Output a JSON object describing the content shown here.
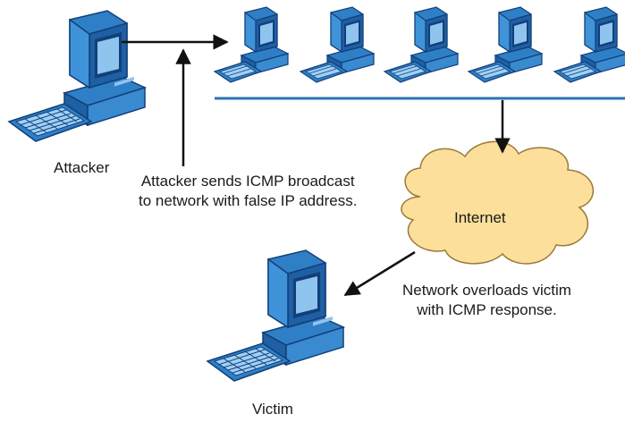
{
  "nodes": {
    "attacker": "Attacker",
    "victim": "Victim",
    "internet": "Internet"
  },
  "captions": {
    "broadcast": [
      "Attacker sends ICMP broadcast",
      "to network with false IP address."
    ],
    "overload": [
      "Network overloads victim",
      "with ICMP response."
    ]
  },
  "colors": {
    "computer_blue": "#2f7fc6",
    "computer_dark": "#123f7a",
    "screen": "#8fc4ef",
    "network_line": "#2b73b5",
    "cloud_fill": "#fbdf9a",
    "cloud_stroke": "#9a7a3a",
    "arrow": "#111111"
  }
}
